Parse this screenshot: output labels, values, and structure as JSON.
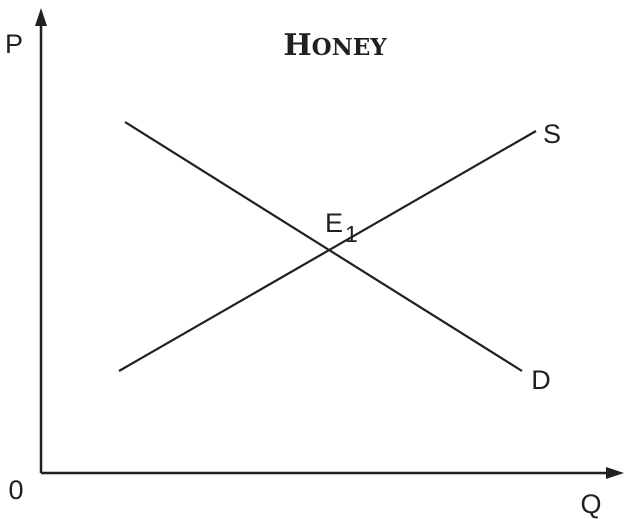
{
  "diagram": {
    "title": {
      "initial": "H",
      "rest": "ONEY"
    },
    "axes": {
      "y_label": "P",
      "x_label": "Q",
      "origin_label": "0"
    },
    "curves": {
      "supply_label": "S",
      "demand_label": "D"
    },
    "equilibrium": {
      "letter": "E",
      "subscript": "1"
    },
    "colors": {
      "ink": "#231f20",
      "background": "#ffffff"
    }
  }
}
